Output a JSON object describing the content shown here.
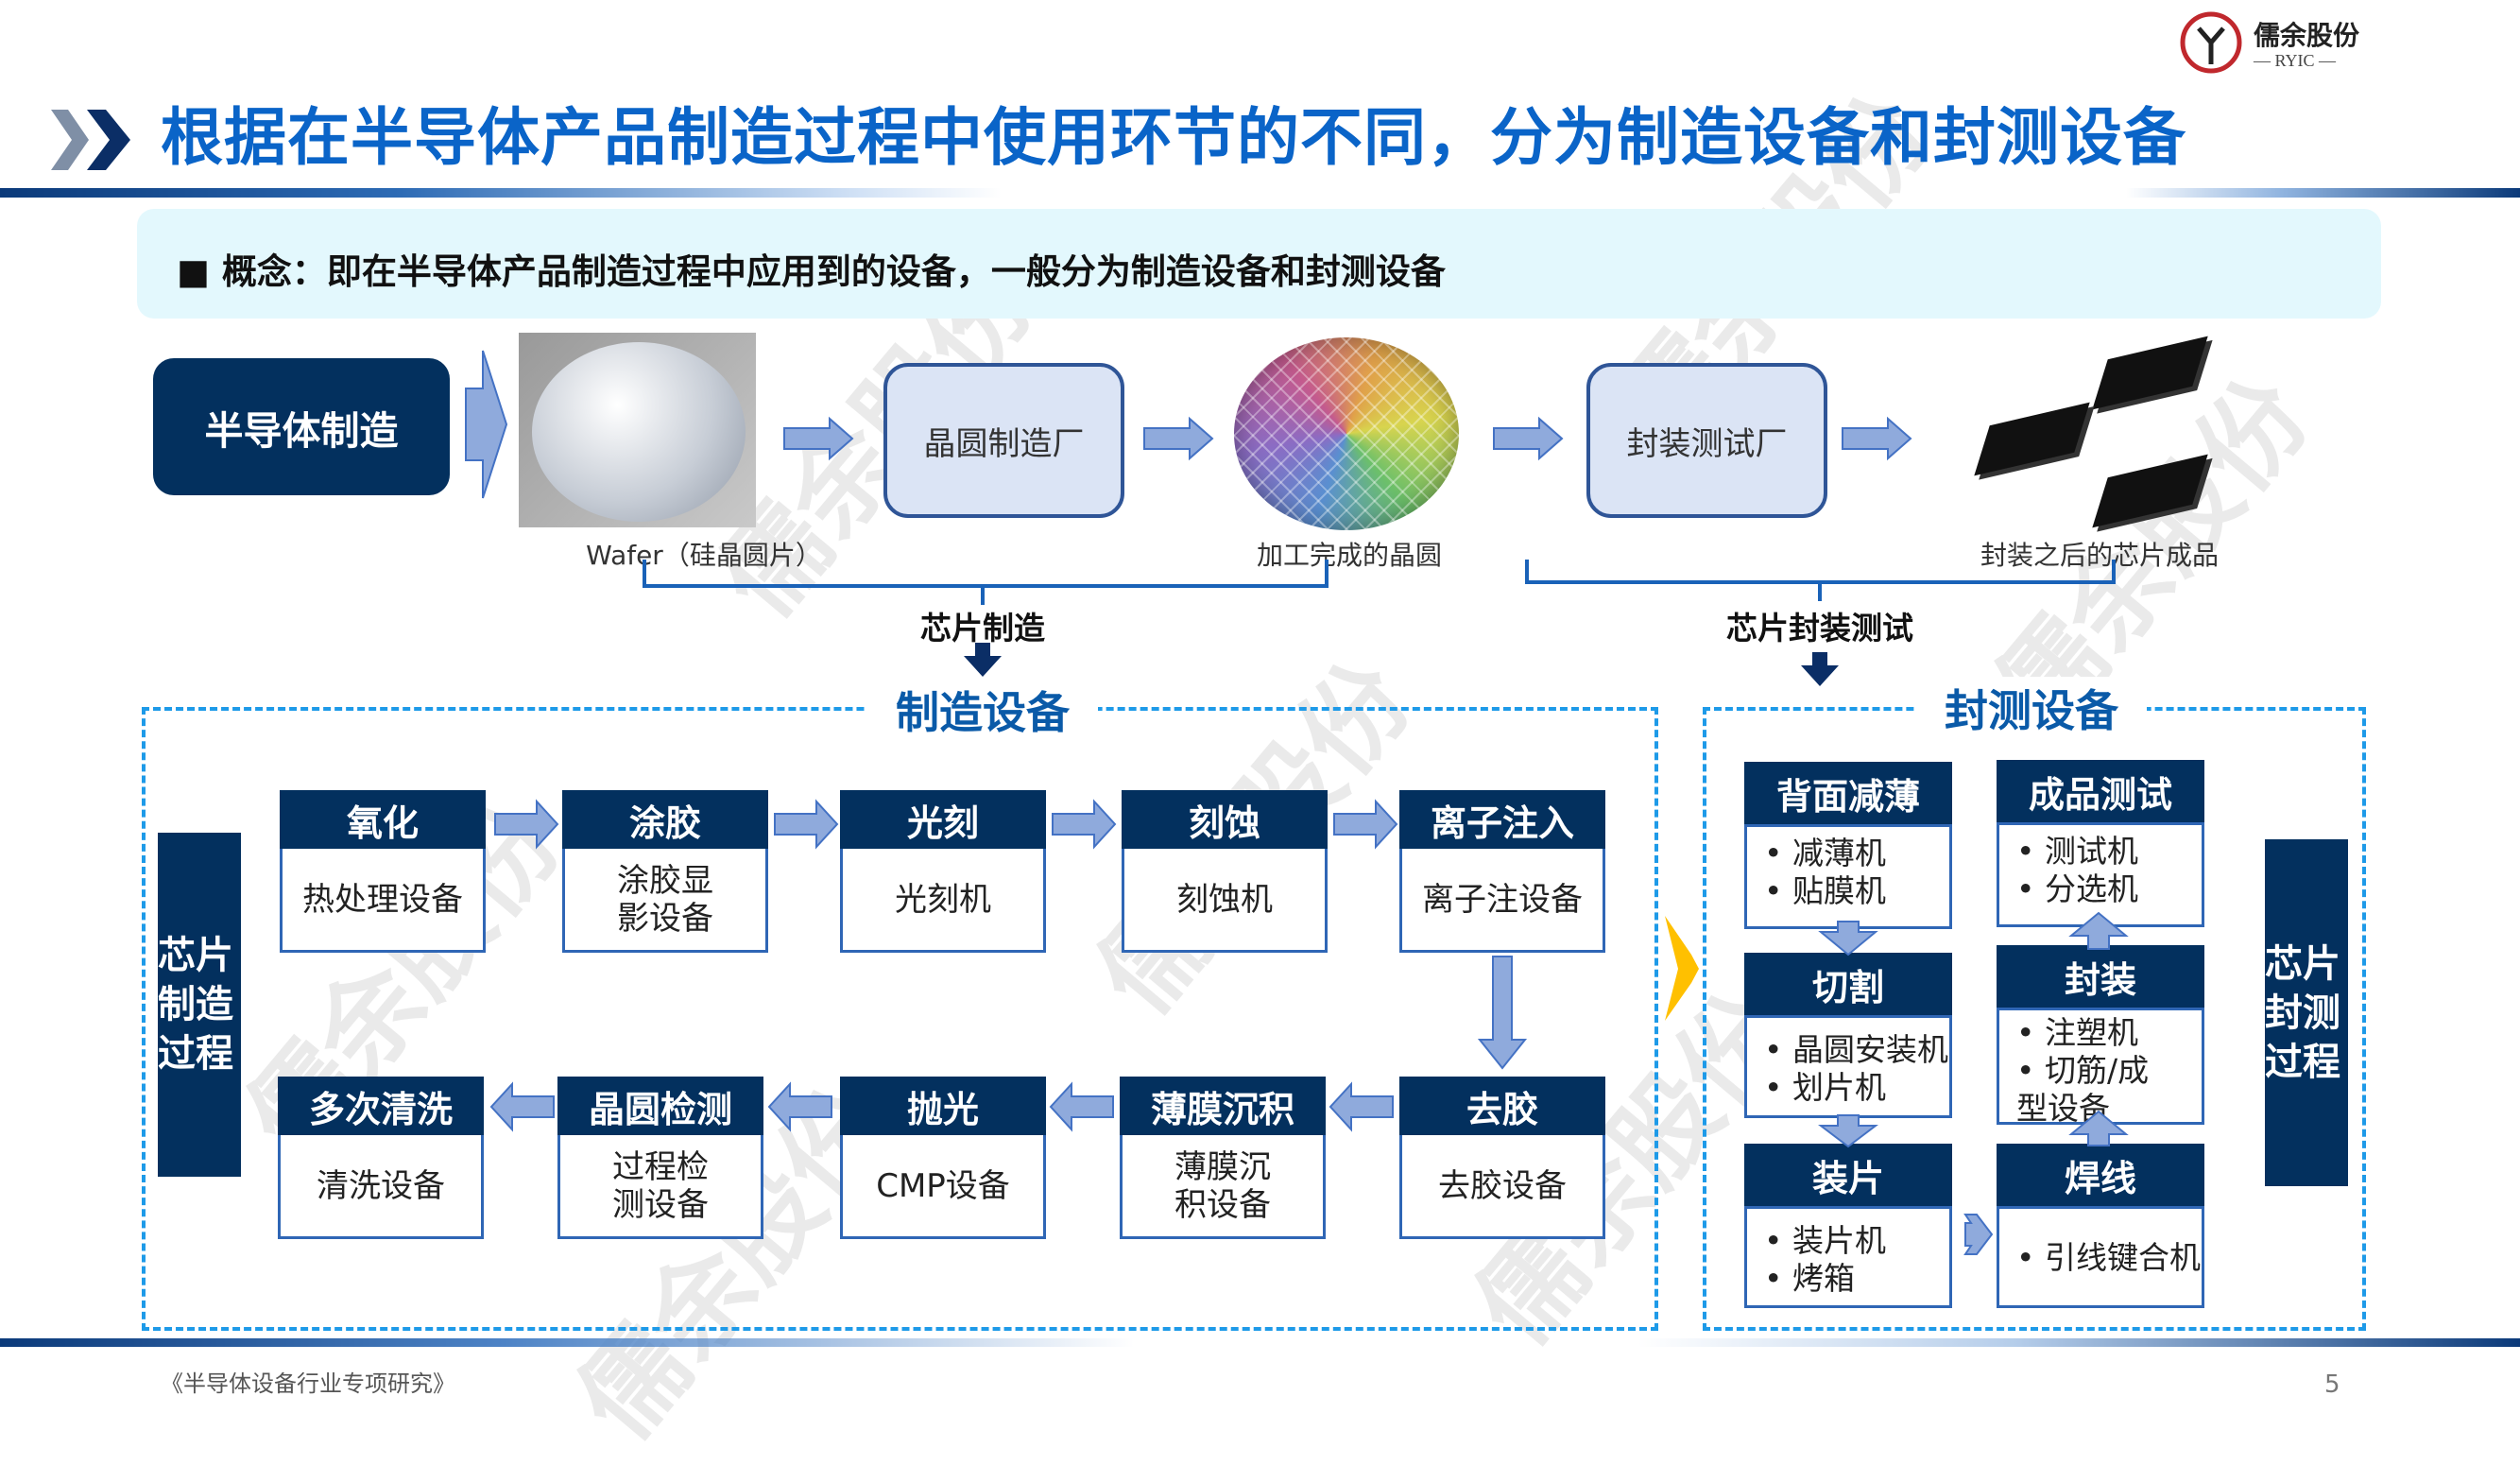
{
  "logo": {
    "name": "儒余股份",
    "sub": "— RYIC —"
  },
  "title": "根据在半导体产品制造过程中使用环节的不同，分为制造设备和封测设备",
  "concept": "■ 概念：即在半导体产品制造过程中应用到的设备，一般分为制造设备和封测设备",
  "flow": {
    "start": "半导体制造",
    "fab": "晶圆制造厂",
    "osat": "封装测试厂",
    "captions": {
      "wafer": "Wafer（硅晶圆片）",
      "processed": "加工完成的晶圆",
      "chips": "封装之后的芯片成品"
    },
    "branch_left": "芯片制造",
    "branch_right": "芯片封装测试"
  },
  "manufacturing": {
    "heading": "制造设备",
    "side_label": "芯片制造过程",
    "top_row": [
      {
        "step": "氧化",
        "equip": "热处理设备"
      },
      {
        "step": "涂胶",
        "equip": "涂胶显影设备"
      },
      {
        "step": "光刻",
        "equip": "光刻机"
      },
      {
        "step": "刻蚀",
        "equip": "刻蚀机"
      },
      {
        "step": "离子注入",
        "equip": "离子注设备"
      }
    ],
    "bottom_row": [
      {
        "step": "多次清洗",
        "equip": "清洗设备"
      },
      {
        "step": "晶圆检测",
        "equip": "过程检测设备"
      },
      {
        "step": "抛光",
        "equip": "CMP设备"
      },
      {
        "step": "薄膜沉积",
        "equip": "薄膜沉积设备"
      },
      {
        "step": "去胶",
        "equip": "去胶设备"
      }
    ]
  },
  "packaging": {
    "heading": "封测设备",
    "side_label": "芯片封测过程",
    "steps": [
      {
        "step": "背面减薄",
        "items": [
          "减薄机",
          "贴膜机"
        ]
      },
      {
        "step": "切割",
        "items": [
          "晶圆安装机",
          "划片机"
        ]
      },
      {
        "step": "装片",
        "items": [
          "装片机",
          "烤箱"
        ]
      },
      {
        "step": "焊线",
        "items": [
          "引线键合机"
        ]
      },
      {
        "step": "封装",
        "items": [
          "注塑机",
          "切筋/成型设备"
        ]
      },
      {
        "step": "成品测试",
        "items": [
          "测试机",
          "分选机"
        ]
      }
    ]
  },
  "footer": {
    "source": "《半导体设备行业专项研究》",
    "page": "5"
  },
  "colors": {
    "navy": "#03305e",
    "title": "#0a64c8",
    "arrow": "#8faadc",
    "dash": "#1e9ae8"
  }
}
